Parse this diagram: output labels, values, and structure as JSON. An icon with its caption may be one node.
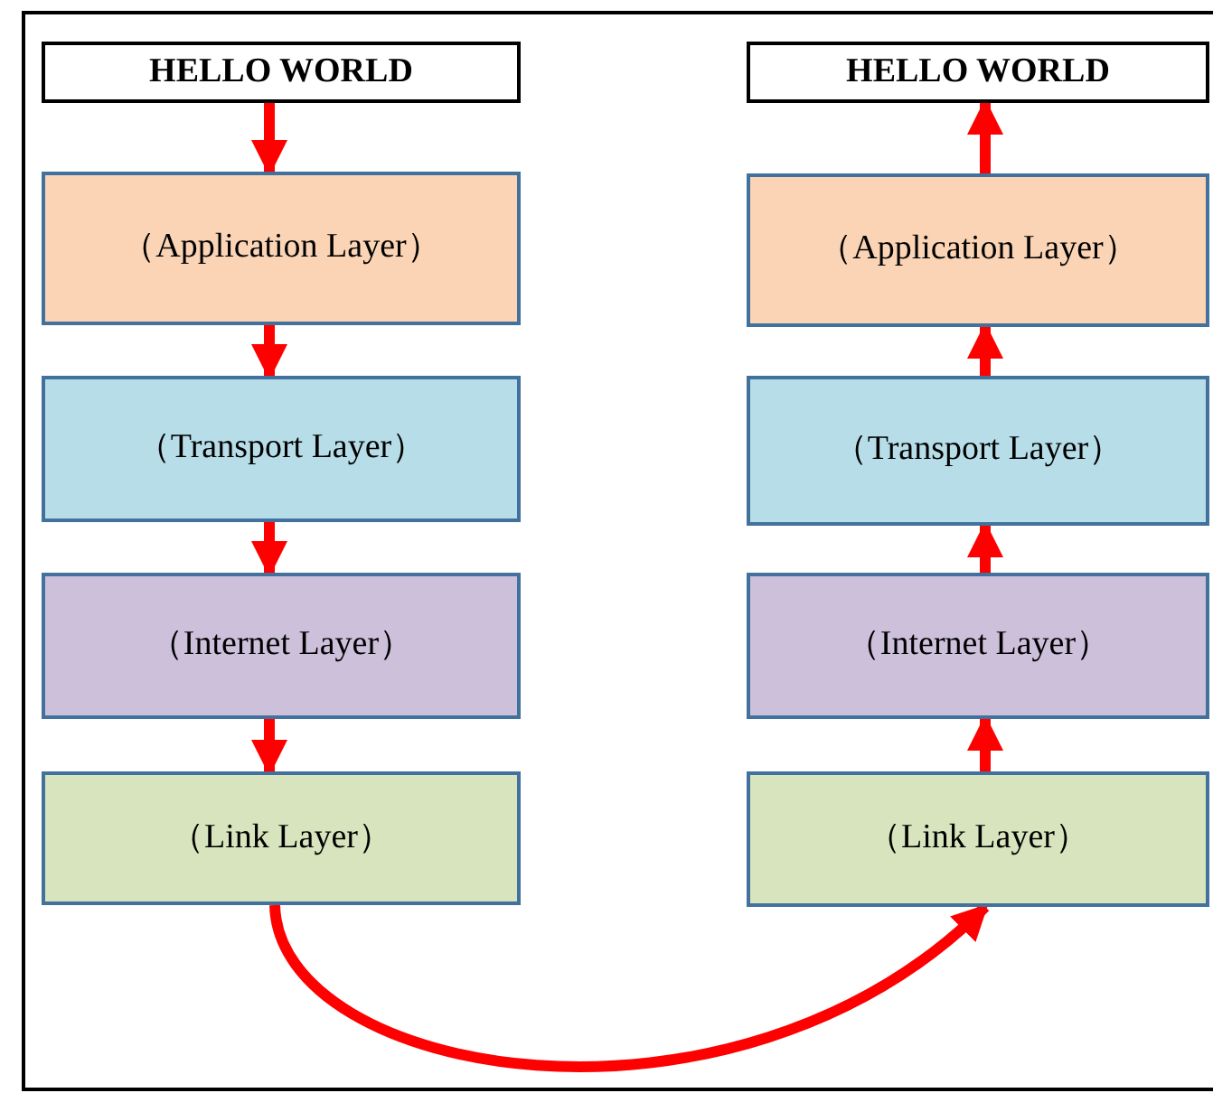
{
  "diagram": {
    "nodes": [
      {
        "text": [
          "HELLO WORLD"
        ]
      },
      {
        "text": [
          "（Application Layer）"
        ]
      },
      {
        "text": [
          "（Transport Layer）"
        ]
      },
      {
        "text": [
          "（Internet Layer）"
        ]
      },
      {
        "text": [
          "（Link Layer）"
        ]
      },
      {
        "text": [
          "HELLO WORLD"
        ]
      },
      {
        "text": [
          "（Application Layer）"
        ]
      },
      {
        "text": [
          "（Transport Layer）"
        ]
      },
      {
        "text": [
          "（Internet Layer）"
        ]
      },
      {
        "text": [
          "（Link Layer）"
        ]
      }
    ],
    "edges": [
      {
        "from": 0,
        "to": 1,
        "arrow": "to"
      },
      {
        "from": 1,
        "to": 2,
        "arrow": "to"
      },
      {
        "from": 2,
        "to": 3,
        "arrow": "to"
      },
      {
        "from": 3,
        "to": 4,
        "arrow": "to"
      },
      {
        "from": 4,
        "to": 9,
        "arrow": "to"
      },
      {
        "from": 9,
        "to": 8,
        "arrow": "to"
      },
      {
        "from": 8,
        "to": 7,
        "arrow": "to"
      },
      {
        "from": 7,
        "to": 6,
        "arrow": "to"
      },
      {
        "from": 6,
        "to": 5,
        "arrow": "to"
      }
    ]
  }
}
